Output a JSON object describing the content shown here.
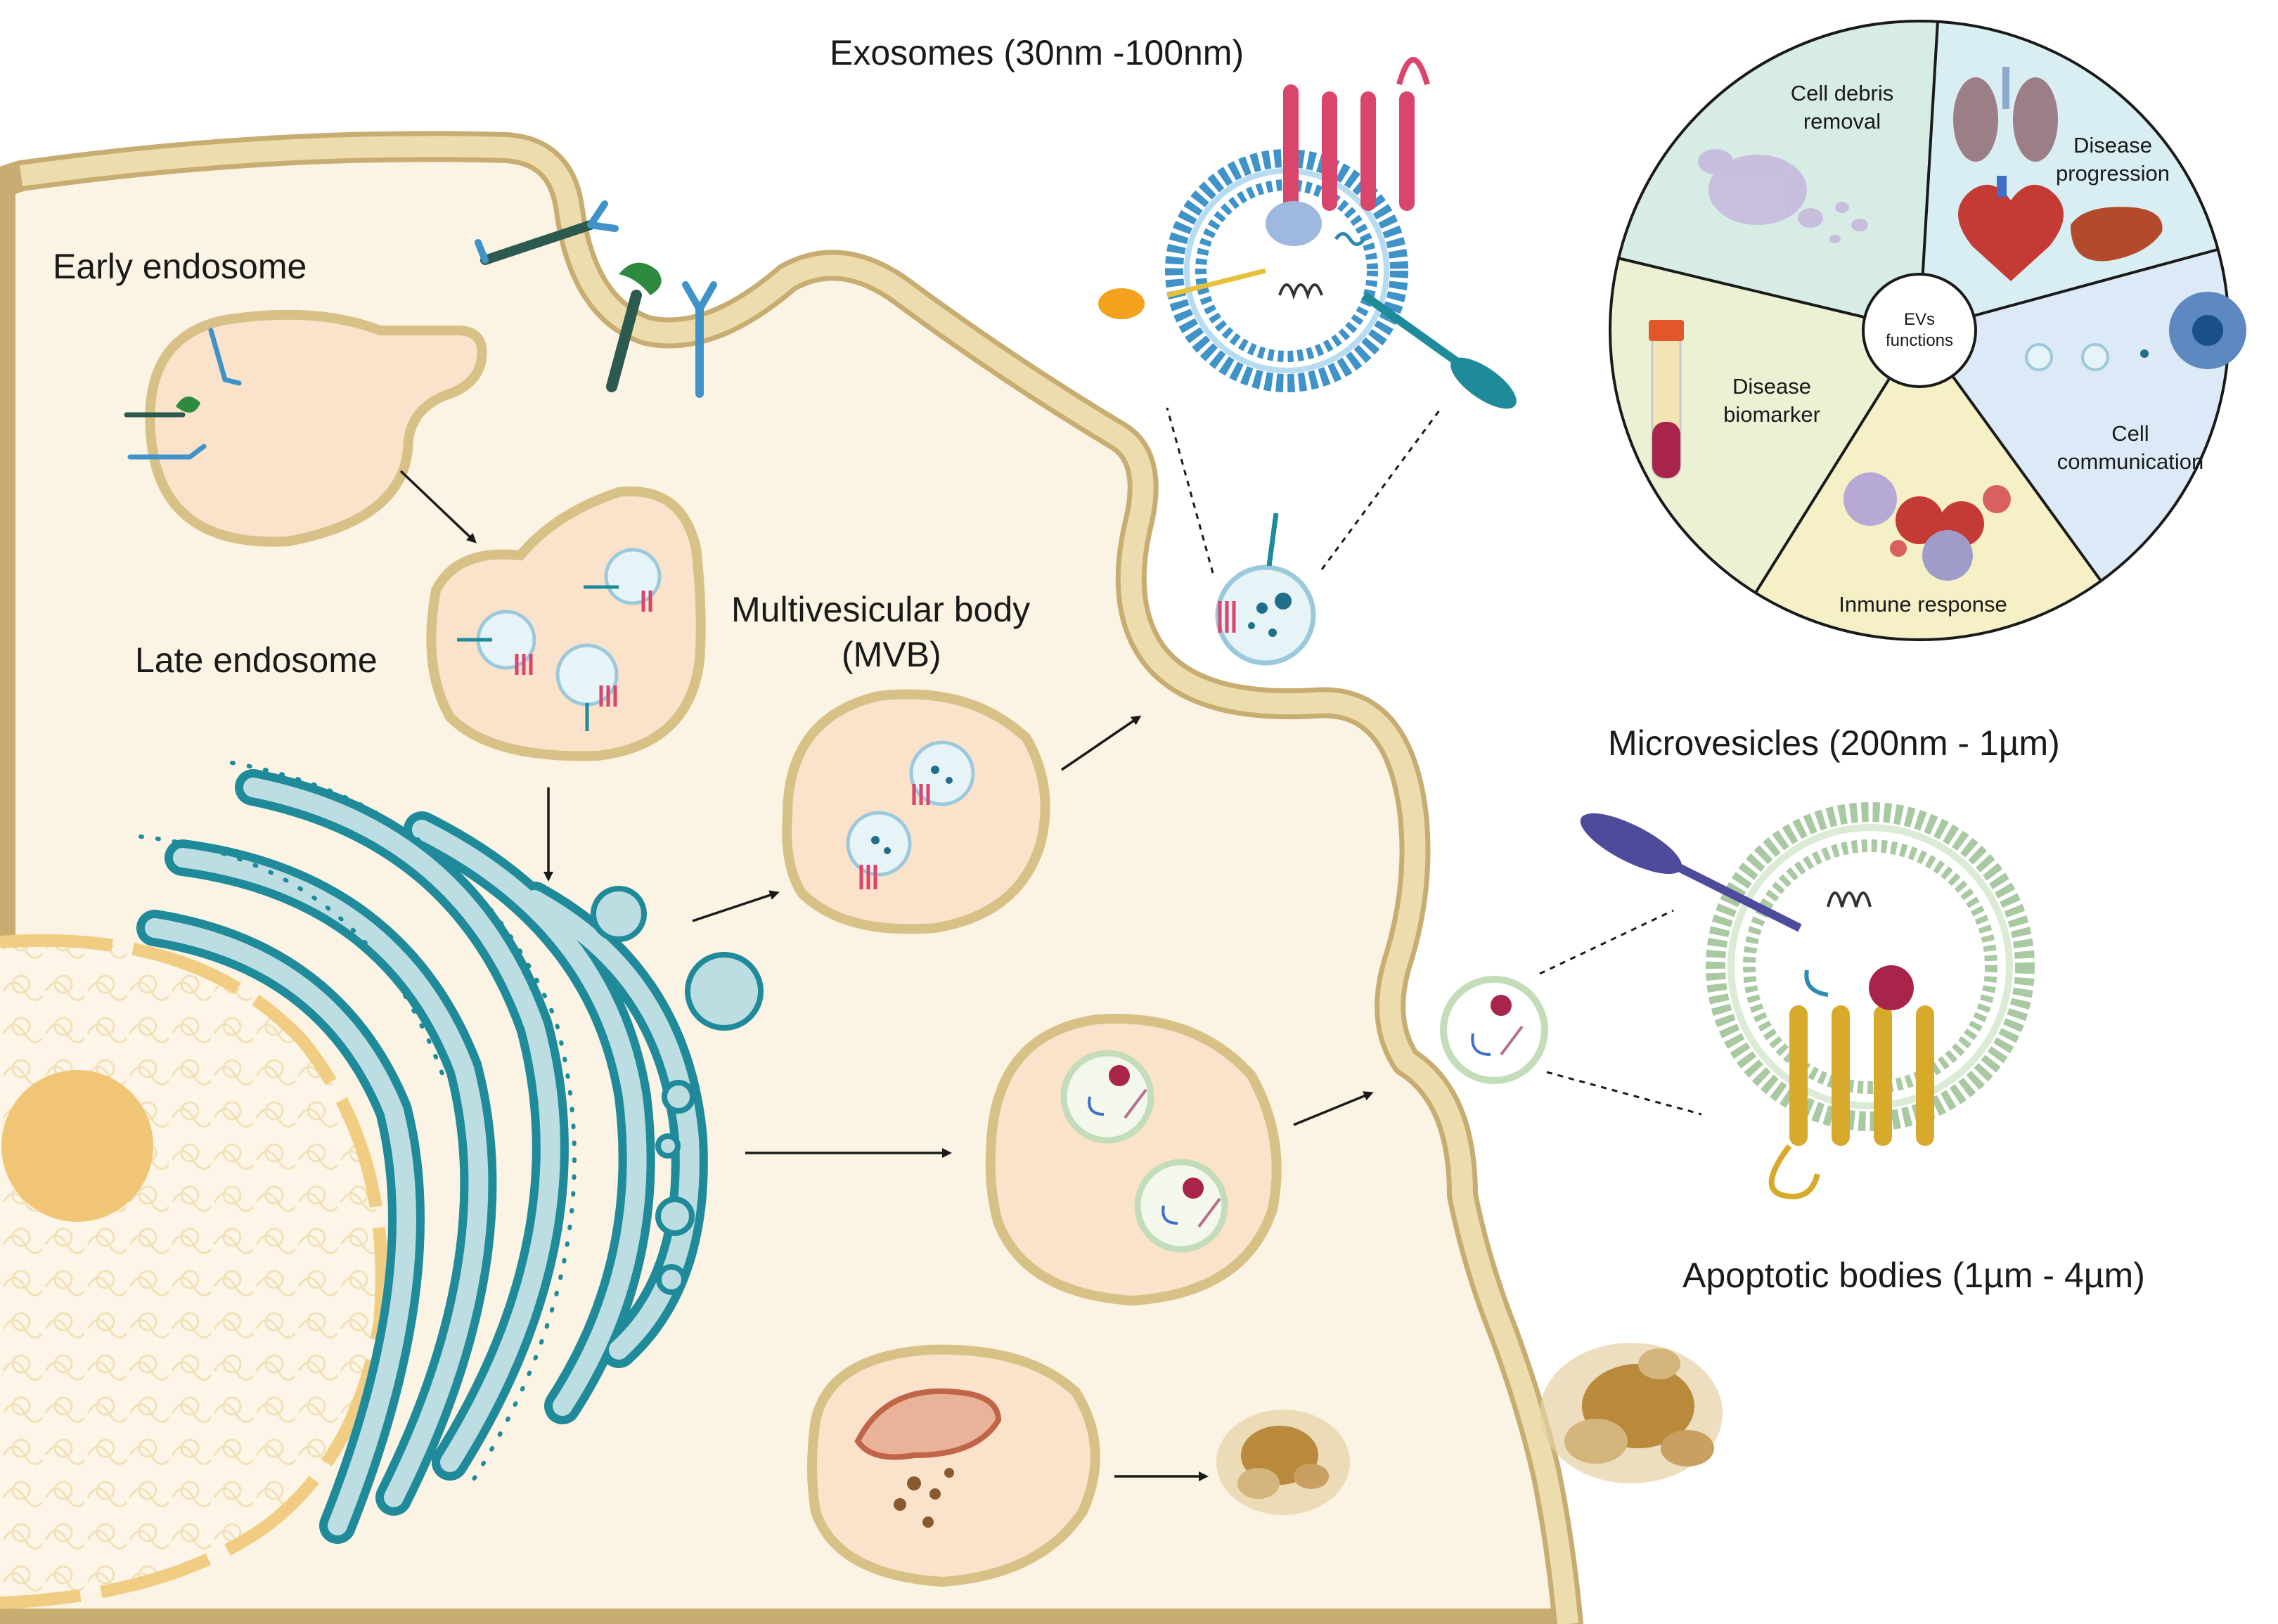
{
  "labels": {
    "exosomes": "Exosomes (30nm -100nm)",
    "early_endosome": "Early endosome",
    "late_endosome": "Late endosome",
    "mvb_line1": "Multivesicular body",
    "mvb_line2": "(MVB)",
    "microvesicles": "Microvesicles (200nm - 1µm)",
    "apoptotic_bodies": "Apoptotic bodies (1µm - 4µm)"
  },
  "functions_wheel": {
    "center_line1": "EVs",
    "center_line2": "functions",
    "segments": [
      {
        "line1": "Cell debris",
        "line2": "removal",
        "color": "#d7ece4"
      },
      {
        "line1": "Disease",
        "line2": "progression",
        "color": "#d9eef3"
      },
      {
        "line1": "Cell",
        "line2": "communication",
        "color": "#dce9f6"
      },
      {
        "line1": "Inmune response",
        "line2": "",
        "color": "#f6f0c7"
      },
      {
        "line1": "Disease",
        "line2": "biomarker",
        "color": "#ebf2d4"
      }
    ]
  },
  "colors": {
    "cell_fill": "#fbf3e3",
    "membrane": "#e9d6a8",
    "membrane_edge": "#c8ad72",
    "golgi": "#1f8a99",
    "golgi_fill": "#bcdde2",
    "exosome_blue": "#3f93c8",
    "microvesicle_green": "#a9c9a2",
    "protein_pink": "#d9456b",
    "protein_gold": "#d8aa2c",
    "apoptotic_brown": "#b98a3c"
  }
}
